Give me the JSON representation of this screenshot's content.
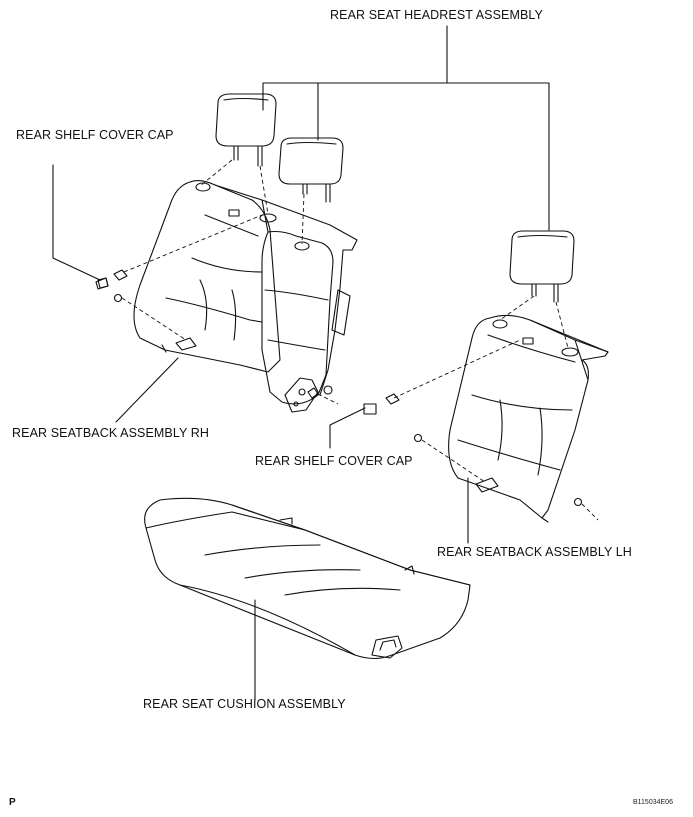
{
  "labels": {
    "headrest": "REAR SEAT HEADREST ASSEMBLY",
    "shelf_cap_top": "REAR SHELF COVER CAP",
    "seatback_rh": "REAR SEATBACK ASSEMBLY RH",
    "shelf_cap_mid": "REAR SHELF COVER CAP",
    "seatback_lh": "REAR SEATBACK ASSEMBLY LH",
    "cushion": "REAR SEAT CUSHION ASSEMBLY"
  },
  "footer": {
    "corner_mark": "P",
    "figure_code": "B115034E06"
  }
}
